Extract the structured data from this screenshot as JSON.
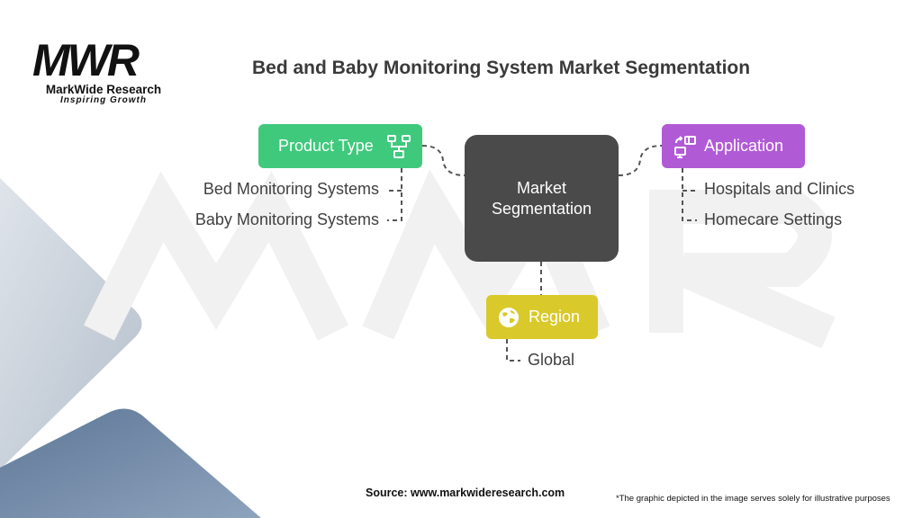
{
  "logo": {
    "mark": "MWR",
    "name": "MarkWide Research",
    "tagline": "Inspiring Growth"
  },
  "title": "Bed and Baby Monitoring System Market Segmentation",
  "center": {
    "label": "Market\nSegmentation"
  },
  "categories": [
    {
      "label": "Product Type",
      "color": "#3fc97c",
      "icon": "network-devices-icon",
      "items": [
        "Bed Monitoring Systems",
        "Baby Monitoring Systems"
      ]
    },
    {
      "label": "Application",
      "color": "#b15ad6",
      "icon": "application-devices-icon",
      "items": [
        "Hospitals and Clinics",
        "Homecare Settings"
      ]
    },
    {
      "label": "Region",
      "color": "#d9c92a",
      "icon": "globe-icon",
      "items": [
        "Global"
      ]
    }
  ],
  "footer": {
    "source": "Source: www.markwideresearch.com",
    "disclaimer": "*The graphic depicted in the image serves solely for illustrative purposes"
  },
  "colors": {
    "center_box": "#4a4a4a",
    "connector": "#555555",
    "shape_light": "#c4ccd6",
    "shape_dark": "#6f86a4"
  }
}
